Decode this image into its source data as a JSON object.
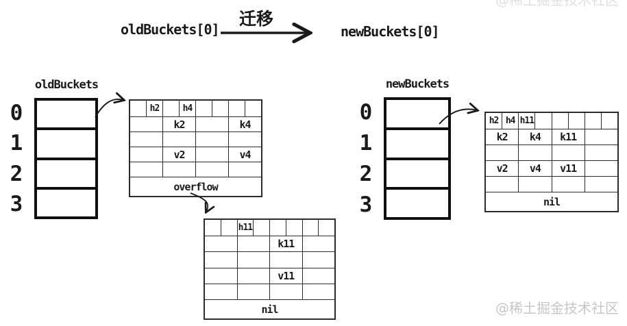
{
  "header": {
    "source_label": "oldBuckets[0]",
    "arrow_label": "迁移",
    "target_label": "newBuckets[0]"
  },
  "old_array": {
    "title": "oldBuckets",
    "indices": [
      "0",
      "1",
      "2",
      "3"
    ]
  },
  "new_array": {
    "title": "newBuckets",
    "indices": [
      "0",
      "1",
      "2",
      "3"
    ]
  },
  "old_bucket": {
    "tophash": [
      "",
      "h2",
      "",
      "h4",
      "",
      "",
      "",
      ""
    ],
    "rows": [
      [
        "",
        "k2",
        "",
        "k4"
      ],
      [
        "",
        "",
        "",
        ""
      ],
      [
        "",
        "v2",
        "",
        "v4"
      ],
      [
        "",
        "",
        "",
        ""
      ]
    ],
    "footer": "overflow"
  },
  "overflow_bucket": {
    "tophash": [
      "",
      "",
      "h11",
      "",
      "",
      "",
      "",
      ""
    ],
    "rows": [
      [
        "",
        "",
        "k11",
        ""
      ],
      [
        "",
        "",
        "",
        ""
      ],
      [
        "",
        "",
        "v11",
        ""
      ],
      [
        "",
        "",
        "",
        ""
      ]
    ],
    "footer": "nil"
  },
  "new_bucket": {
    "tophash": [
      "h2",
      "h4",
      "h11",
      "",
      "",
      "",
      "",
      ""
    ],
    "rows": [
      [
        "k2",
        "k4",
        "k11",
        ""
      ],
      [
        "",
        "",
        "",
        ""
      ],
      [
        "v2",
        "v4",
        "v11",
        ""
      ],
      [
        "",
        "",
        "",
        ""
      ]
    ],
    "footer": "nil"
  },
  "watermark": "@稀土掘金技术社区",
  "colors": {
    "ink": "#1a1a1a",
    "table_line": "#2b2b2b",
    "watermark": "#c6c6c6"
  }
}
